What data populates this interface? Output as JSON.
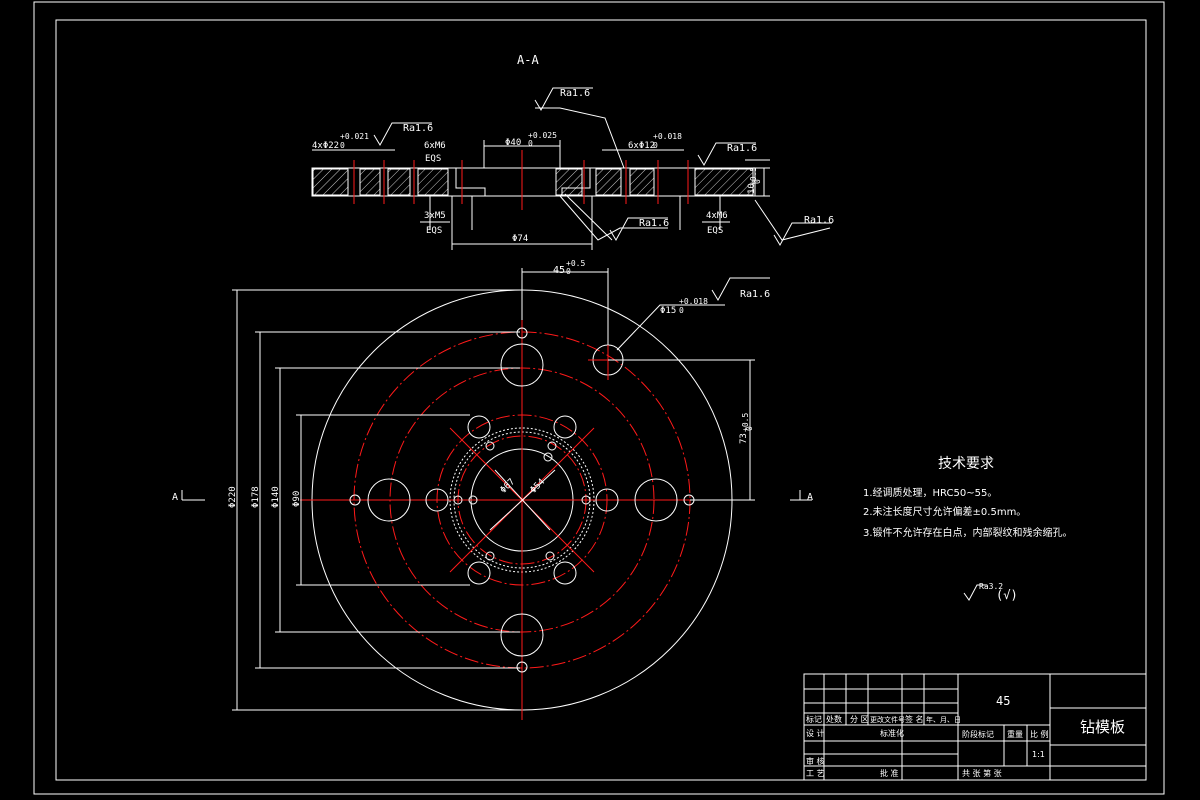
{
  "section_title": "A-A",
  "section_view": {
    "roughness_top": "Ra1.6",
    "roughness_left": "Ra1.6",
    "roughness_right": "Ra1.6",
    "roughness_mid": "Ra1.6",
    "roughness_side": "Ra1.6",
    "hole_4x22": "4xΦ22",
    "hole_4x22_tol": "+0.021",
    "hole_4x22_tol0": "0",
    "thread_6xm6": "6xM6",
    "eqs_1": "EQS",
    "bore_40": "Φ40",
    "bore_40_tol": "+0.025",
    "bore_40_tol0": "0",
    "hole_6x12": "6xΦ12",
    "hole_6x12_tol": "+0.018",
    "hole_6x12_tol0": "0",
    "thread_3xm5": "3xM5",
    "eqs_2": "EQS",
    "thread_4xm6": "4xM6",
    "eqs_3": "EQS",
    "dim_74": "Φ74",
    "thickness": "10",
    "thickness_tol": "+0.5",
    "thickness_tol0": "0"
  },
  "plan_view": {
    "dim_45": "45",
    "dim_45_tol": "+0.5",
    "dim_45_tol0": "0",
    "hole_15": "Φ15",
    "hole_15_tol": "+0.018",
    "hole_15_tol0": "0",
    "roughness": "Ra1.6",
    "dim_220": "Φ220",
    "dim_178": "Φ178",
    "dim_140": "Φ140",
    "dim_90": "Φ90",
    "dim_73": "73",
    "dim_73_tol": "+0.5",
    "dim_73_tol0": "0",
    "dim_67": "Φ67",
    "dim_54": "Φ54",
    "section_a_left": "A",
    "section_a_right": "A"
  },
  "requirements": {
    "title": "技术要求",
    "items": [
      "1.经调质处理，HRC50~55。",
      "2.未注长度尺寸允许偏差±0.5mm。",
      "3.锻件不允许存在白点，内部裂纹和残余缩孔。"
    ],
    "roughness_note": "Ra3.2",
    "roughness_paren": "(√)"
  },
  "title_block": {
    "material": "45",
    "part_name": "钻模板",
    "row_labels": [
      "标记",
      "处数",
      "分 区",
      "更改文件号",
      "签 名",
      "年、月、日"
    ],
    "design": "设 计",
    "standard": "标准化",
    "stage": "阶段标记",
    "weight": "重量",
    "scale_label": "比 例",
    "scale": "1:1",
    "review": "审 核",
    "process": "工 艺",
    "approve": "批 准",
    "sheets": "共    张 第    张"
  },
  "colors": {
    "line": "#ffffff",
    "centerline": "#ff1a1a",
    "background": "#000000"
  }
}
